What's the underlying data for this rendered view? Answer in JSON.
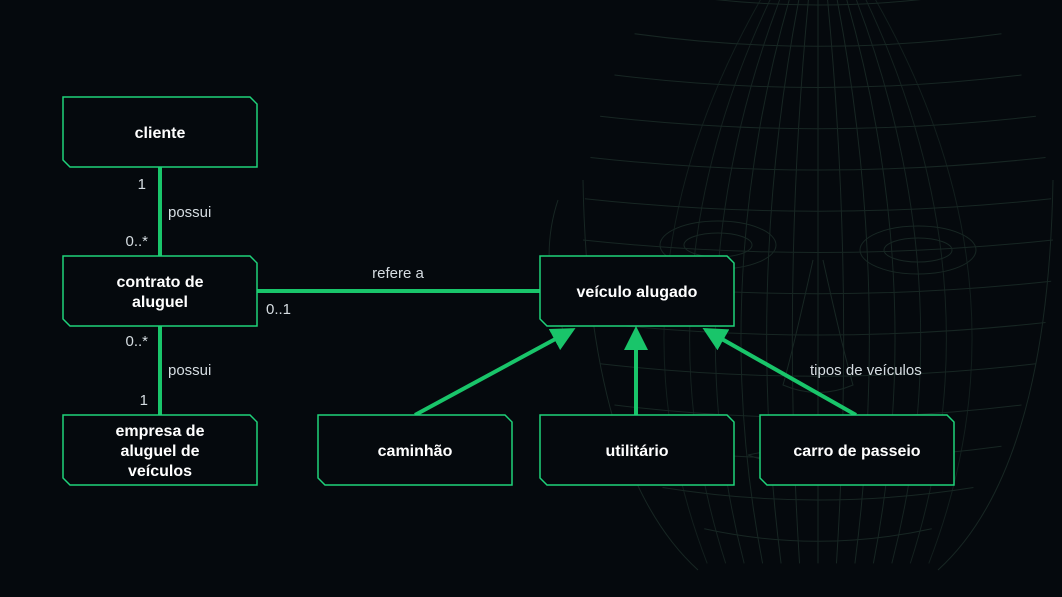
{
  "colors": {
    "background": "#05090d",
    "accent": "#19c56a",
    "box_border": "#1fd27a",
    "box_fill": "#05090d",
    "text": "#ffffff",
    "label_text": "#d6dde2",
    "background_wireframe": "#1a2a26"
  },
  "background": {
    "icon": "wireframe-face-icon"
  },
  "nodes": {
    "cliente": {
      "lines": [
        "cliente"
      ]
    },
    "contrato": {
      "lines": [
        "contrato de",
        "aluguel"
      ]
    },
    "empresa": {
      "lines": [
        "empresa de",
        "aluguel de",
        "veículos"
      ]
    },
    "veiculo": {
      "lines": [
        "veículo alugado"
      ]
    },
    "caminhao": {
      "lines": [
        "caminhão"
      ]
    },
    "utilitario": {
      "lines": [
        "utilitário"
      ]
    },
    "carro": {
      "lines": [
        "carro de passeio"
      ]
    }
  },
  "edges": {
    "cliente_contrato": {
      "label": "possui",
      "source_mult": "1",
      "target_mult": "0..*"
    },
    "contrato_empresa": {
      "label": "possui",
      "source_mult": "0..*",
      "target_mult": "1"
    },
    "contrato_veiculo": {
      "label": "refere a",
      "source_mult": "0..1"
    },
    "generalization": {
      "label": "tipos de veículos"
    }
  }
}
